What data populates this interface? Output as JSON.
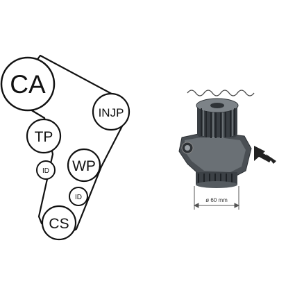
{
  "belt_diagram": {
    "pulleys": [
      {
        "id": "ca",
        "label": "CA"
      },
      {
        "id": "injp",
        "label": "INJP"
      },
      {
        "id": "tp",
        "label": "TP"
      },
      {
        "id": "wp",
        "label": "WP"
      },
      {
        "id": "id_left",
        "label": "ID"
      },
      {
        "id": "id_right",
        "label": "ID"
      },
      {
        "id": "cs",
        "label": "CS"
      }
    ]
  },
  "pump_image": {
    "dimension_label": "ø 60 mm",
    "icons": [
      "wavy-line-icon",
      "arrow-icon"
    ]
  },
  "colors": {
    "line": "#111111",
    "pump_dark": "#2f3337",
    "pump_mid": "#5c6166",
    "pump_light": "#9aa0a5"
  }
}
